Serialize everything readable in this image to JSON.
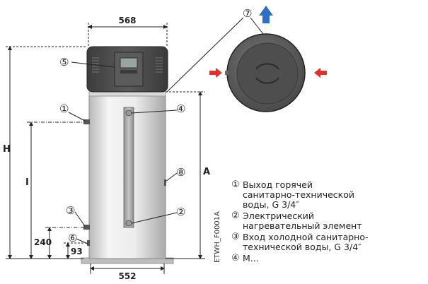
{
  "dimensions": {
    "top_width": "568",
    "bottom_width": "552",
    "H": "H",
    "I": "I",
    "A": "A",
    "d240": "240",
    "d93": "93"
  },
  "callouts": [
    "①",
    "②",
    "③",
    "④",
    "⑤",
    "⑥",
    "⑦",
    "⑧"
  ],
  "drawing_code": "ETWH_F0001A",
  "legend": [
    {
      "num": "①",
      "text": "Выход горячей\nсанитарно-технической\nводы, G 3/4″"
    },
    {
      "num": "②",
      "text": "Электрический\nнагревательный элемент"
    },
    {
      "num": "③",
      "text": "Вход холодной санитарно-\nтехнической воды, G 3/4″"
    },
    {
      "num": "④",
      "text": "М..."
    }
  ],
  "colors": {
    "arrow_blue": "#2f6fc2",
    "arrow_red": "#e03030",
    "body_gray": "#e6e6e6",
    "top_dark": "#4a4a4a"
  }
}
